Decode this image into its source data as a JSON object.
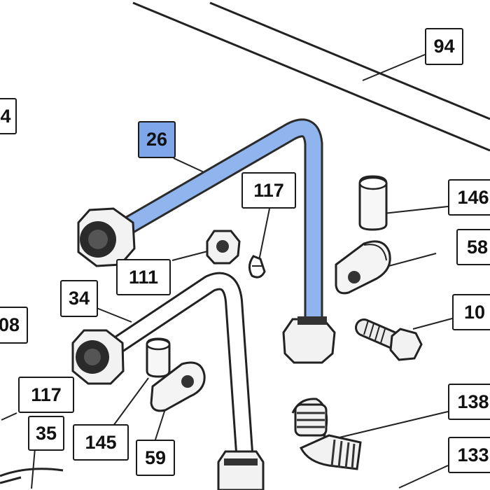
{
  "diagram": {
    "highlight_color": "#7ea6e8",
    "selected_part": "26",
    "callouts": {
      "c94": "94",
      "c4": "4",
      "c26": "26",
      "c117a": "117",
      "c146": "146",
      "c58": "58",
      "c111": "111",
      "c10": "10",
      "c34": "34",
      "c08": "08",
      "c138": "138",
      "c117b": "117",
      "c35": "35",
      "c145": "145",
      "c59": "59",
      "c133": "133"
    }
  }
}
